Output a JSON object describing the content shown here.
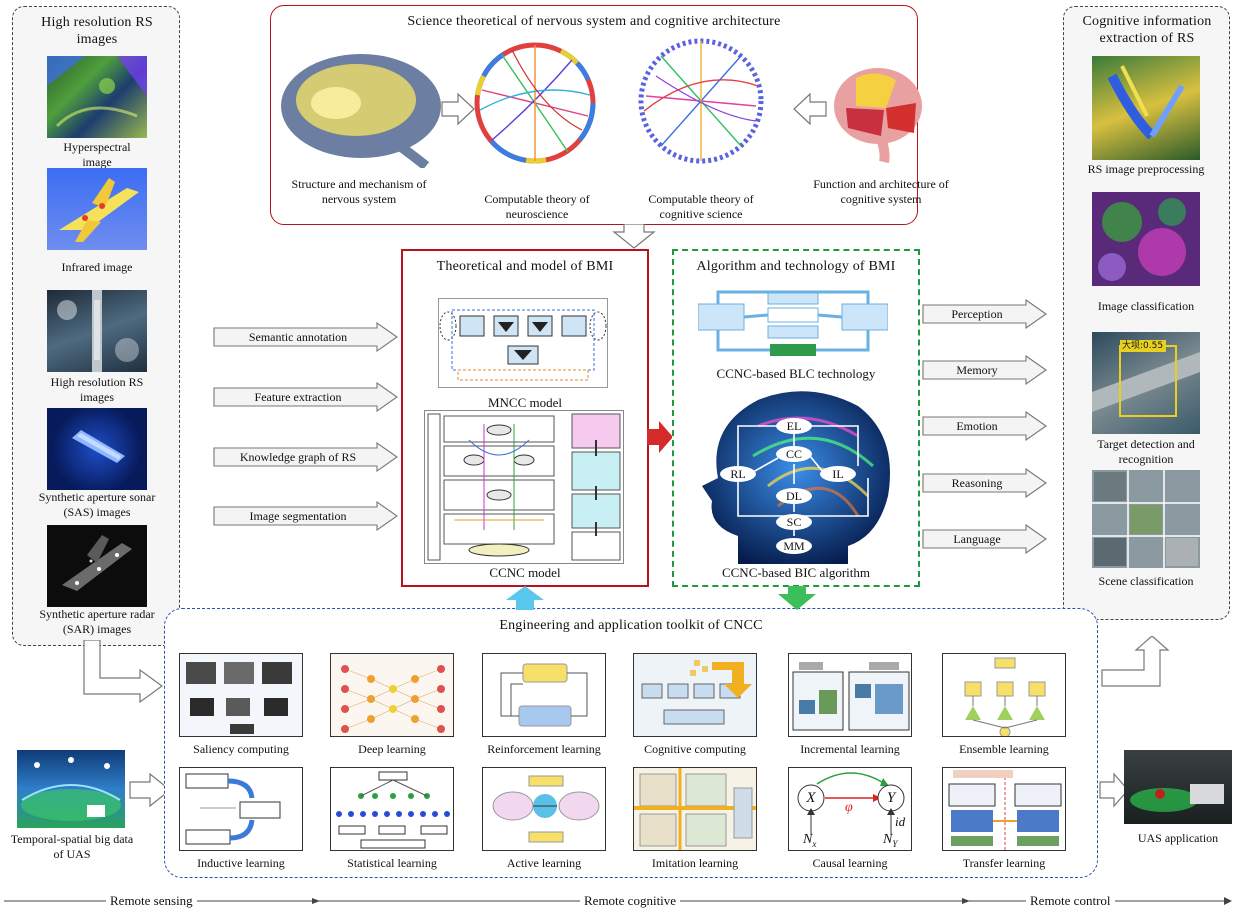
{
  "left_panel": {
    "title": "High resolution RS images",
    "items": [
      {
        "label": "Hyperspectral image"
      },
      {
        "label": "Infrared image"
      },
      {
        "label": "High resolution RS images"
      },
      {
        "label": "Synthetic aperture sonar (SAS) images"
      },
      {
        "label": "Synthetic aperture radar (SAR) images"
      }
    ]
  },
  "uas_big_data": {
    "label": "Temporal-spatial big data of UAS"
  },
  "top_panel": {
    "title": "Science theoretical of nervous system and cognitive architecture",
    "items": [
      {
        "label": "Structure and mechanism of nervous system"
      },
      {
        "label": "Computable theory of neuroscience"
      },
      {
        "label": "Computable theory of cognitive science"
      },
      {
        "label": "Function and architecture of cognitive system"
      }
    ]
  },
  "input_arrows": [
    "Semantic annotation",
    "Feature extraction",
    "Knowledge graph of RS",
    "Image segmentation"
  ],
  "model_panel": {
    "title": "Theoretical and model of BMI",
    "mncc_label": "MNCC model",
    "ccnc_label": "CCNC model"
  },
  "algo_panel": {
    "title": "Algorithm and technology of BMI",
    "blc_label": "CCNC-based BLC technology",
    "bic_label": "CCNC-based BIC algorithm",
    "nodes": [
      "EL",
      "CC",
      "RL",
      "IL",
      "DL",
      "SC",
      "MM"
    ]
  },
  "output_arrows": [
    "Perception",
    "Memory",
    "Emotion",
    "Reasoning",
    "Language"
  ],
  "right_panel": {
    "title": "Cognitive information extraction of RS",
    "items": [
      {
        "label": "RS image preprocessing"
      },
      {
        "label": "Image classification"
      },
      {
        "label": "Target detection and recognition"
      },
      {
        "label": "Scene classification"
      }
    ],
    "detection_tag": "大坝:0.55"
  },
  "uas_application": {
    "label": "UAS application"
  },
  "toolkit": {
    "title": "Engineering and application toolkit of CNCC",
    "row1": [
      "Saliency computing",
      "Deep learning",
      "Reinforcement learning",
      "Cognitive computing",
      "Incremental learning",
      "Ensemble learning"
    ],
    "row2": [
      "Inductive learning",
      "Statistical learning",
      "Active learning",
      "Imitation learning",
      "Causal learning",
      "Transfer learning"
    ],
    "causal_symbols": {
      "x": "X",
      "y": "Y",
      "phi": "φ",
      "id": "id",
      "nx": "N",
      "nx_sub": "x",
      "ny": "N",
      "ny_sub": "Y"
    }
  },
  "bottom_axis": [
    "Remote sensing",
    "Remote cognitive",
    "Remote control"
  ],
  "colors": {
    "top_border": "#b5141c",
    "model_border": "#b5141c",
    "algo_border": "#1e9a3c",
    "toolkit_border": "#2b4fb0",
    "red_arrow": "#d42a2a",
    "green_arrow": "#3cbf5a",
    "cyan_arrow": "#59c8ec"
  }
}
